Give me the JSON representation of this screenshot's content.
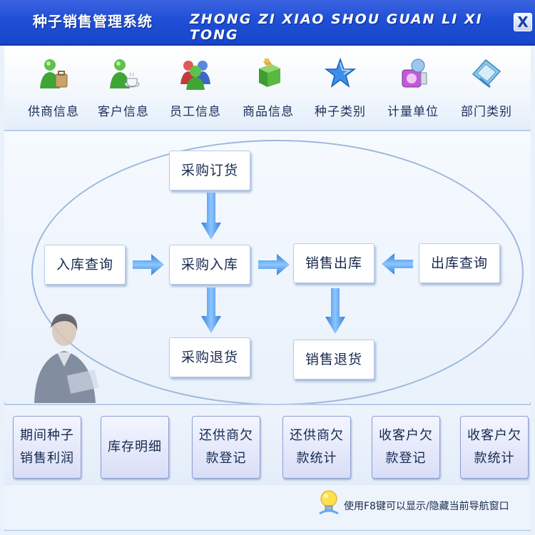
{
  "window": {
    "title_cn": "种子销售管理系统",
    "title_pinyin": "ZHONG ZI XIAO SHOU GUAN LI XI TONG",
    "close_label": "X"
  },
  "toolbar": {
    "items": [
      {
        "label": "供商信息",
        "icon": "supplier-person-icon"
      },
      {
        "label": "客户信息",
        "icon": "customer-person-icon"
      },
      {
        "label": "员工信息",
        "icon": "employees-icon"
      },
      {
        "label": "商品信息",
        "icon": "goods-box-icon"
      },
      {
        "label": "种子类别",
        "icon": "star-icon"
      },
      {
        "label": "计量单位",
        "icon": "measure-unit-icon"
      },
      {
        "label": "部门类别",
        "icon": "department-icon"
      }
    ]
  },
  "flow": {
    "purchase_order": "采购订货",
    "stock_in_query": "入库查询",
    "purchase_in": "采购入库",
    "sales_out": "销售出库",
    "stock_out_query": "出库查询",
    "purchase_return": "采购退货",
    "sales_return": "销售退货"
  },
  "bottom": {
    "items": [
      {
        "line1": "期间种子",
        "line2": "销售利润"
      },
      {
        "line1": "库存明细",
        "line2": ""
      },
      {
        "line1": "还供商欠",
        "line2": "款登记"
      },
      {
        "line1": "还供商欠",
        "line2": "款统计"
      },
      {
        "line1": "收客户欠",
        "line2": "款登记"
      },
      {
        "line1": "收客户欠",
        "line2": "款统计"
      }
    ]
  },
  "status": {
    "hint": "使用F8键可以显示/隐藏当前导航窗口"
  },
  "colors": {
    "titlebar": "#1f4fd6",
    "arrow": "#3f8ee0",
    "button_text": "#16294d"
  }
}
